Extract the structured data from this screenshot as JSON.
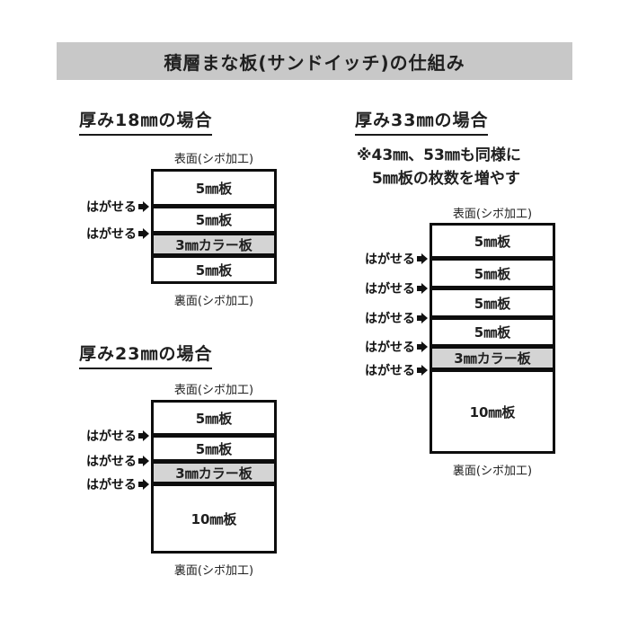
{
  "header": {
    "title": "積層まな板(サンドイッチ)の仕組み"
  },
  "common": {
    "peel_label": "はがせる",
    "front_label": "表面(シボ加工)",
    "back_label": "裏面(シボ加工)"
  },
  "diagrams": [
    {
      "title": "厚み18㎜の場合",
      "layers": [
        {
          "label": "5㎜板"
        },
        {
          "label": "5㎜板"
        },
        {
          "label": "3㎜カラー板"
        },
        {
          "label": "5㎜板"
        }
      ]
    },
    {
      "title": "厚み23㎜の場合",
      "layers": [
        {
          "label": "5㎜板"
        },
        {
          "label": "5㎜板"
        },
        {
          "label": "3㎜カラー板"
        },
        {
          "label": "10㎜板"
        }
      ]
    },
    {
      "title": "厚み33㎜の場合",
      "note_line1": "※43㎜、53㎜も同様に",
      "note_line2": "5㎜板の枚数を増やす",
      "layers": [
        {
          "label": "5㎜板"
        },
        {
          "label": "5㎜板"
        },
        {
          "label": "5㎜板"
        },
        {
          "label": "5㎜板"
        },
        {
          "label": "3㎜カラー板"
        },
        {
          "label": "10㎜板"
        }
      ]
    }
  ],
  "colors": {
    "header_bg": "#c8c8c8",
    "color_layer_bg": "#d4d4d4",
    "line_color": "#0d0d0d",
    "text_color": "#1a1a1a"
  }
}
